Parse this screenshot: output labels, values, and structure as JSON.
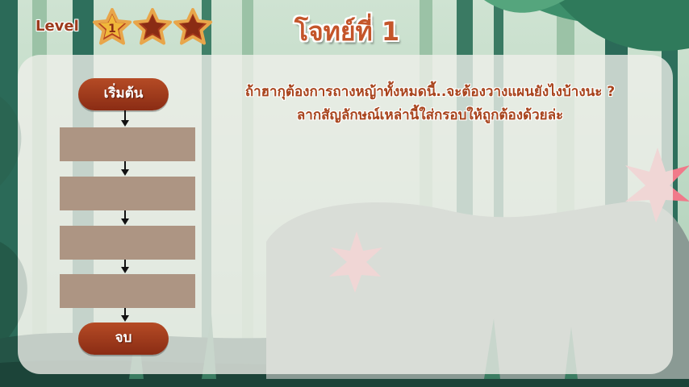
{
  "hud": {
    "level_label": "Level",
    "current_level": "1",
    "stars_total": 3,
    "stars_filled": 1
  },
  "title": "โจทย์ที่ 1",
  "instruction": {
    "line1": "ถ้าฮากุต้องการถางหญ้าทั้งหมดนี้..จะต้องวางแผนยังไงบ้างนะ ?",
    "line2": "ลากสัญลักษณ์เหล่านี้ใส่กรอบให้ถูกต้องด้วยล่ะ"
  },
  "flowchart": {
    "start_label": "เริ่มต้น",
    "end_label": "จบ",
    "slot_count": 4
  },
  "colors": {
    "accent": "#c4552a",
    "button": "#9c3a1c",
    "slot": "#ad9583",
    "panel": "#f0f0eb",
    "jungle_dark": "#1f5a4a",
    "jungle_light": "#5fa080"
  }
}
